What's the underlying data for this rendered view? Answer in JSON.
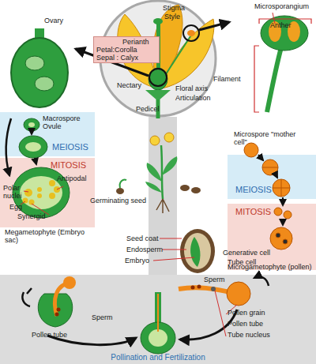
{
  "diagram": {
    "nodes": [
      {
        "text": [
          "Perianth",
          "Petal:Corolla",
          "Sepal : Calyx"
        ]
      },
      {
        "text": [
          "MEIOSIS"
        ]
      },
      {
        "text": [
          "MEIOSIS"
        ]
      },
      {
        "text": [
          "MITOSIS"
        ]
      },
      {
        "text": [
          "MITOSIS"
        ]
      },
      {
        "text": [
          "Pollination and Fertilization"
        ]
      }
    ],
    "labels": [
      "Stigma",
      "Style",
      "Ovary",
      "Microsporangium",
      "Anther",
      "Floral axis",
      "Filament",
      "Articulation",
      "Nectary",
      "Pedicel",
      "Macrospore Ovule",
      "Microspore \"mother cell\"",
      "Antipodal",
      "Polar nuclei",
      "Egg",
      "Synergid",
      "Germinating seed",
      "Generative cell",
      "Tube cell",
      "Seed coat",
      "Endosperm",
      "Embryo",
      "Megametophyte (Embryo sac)",
      "Microgametophyte (pollen)",
      "Sperm",
      "Pollen grain",
      "Sperm",
      "Pollen tube",
      "Pollen tube",
      "Tube nucleus"
    ]
  }
}
